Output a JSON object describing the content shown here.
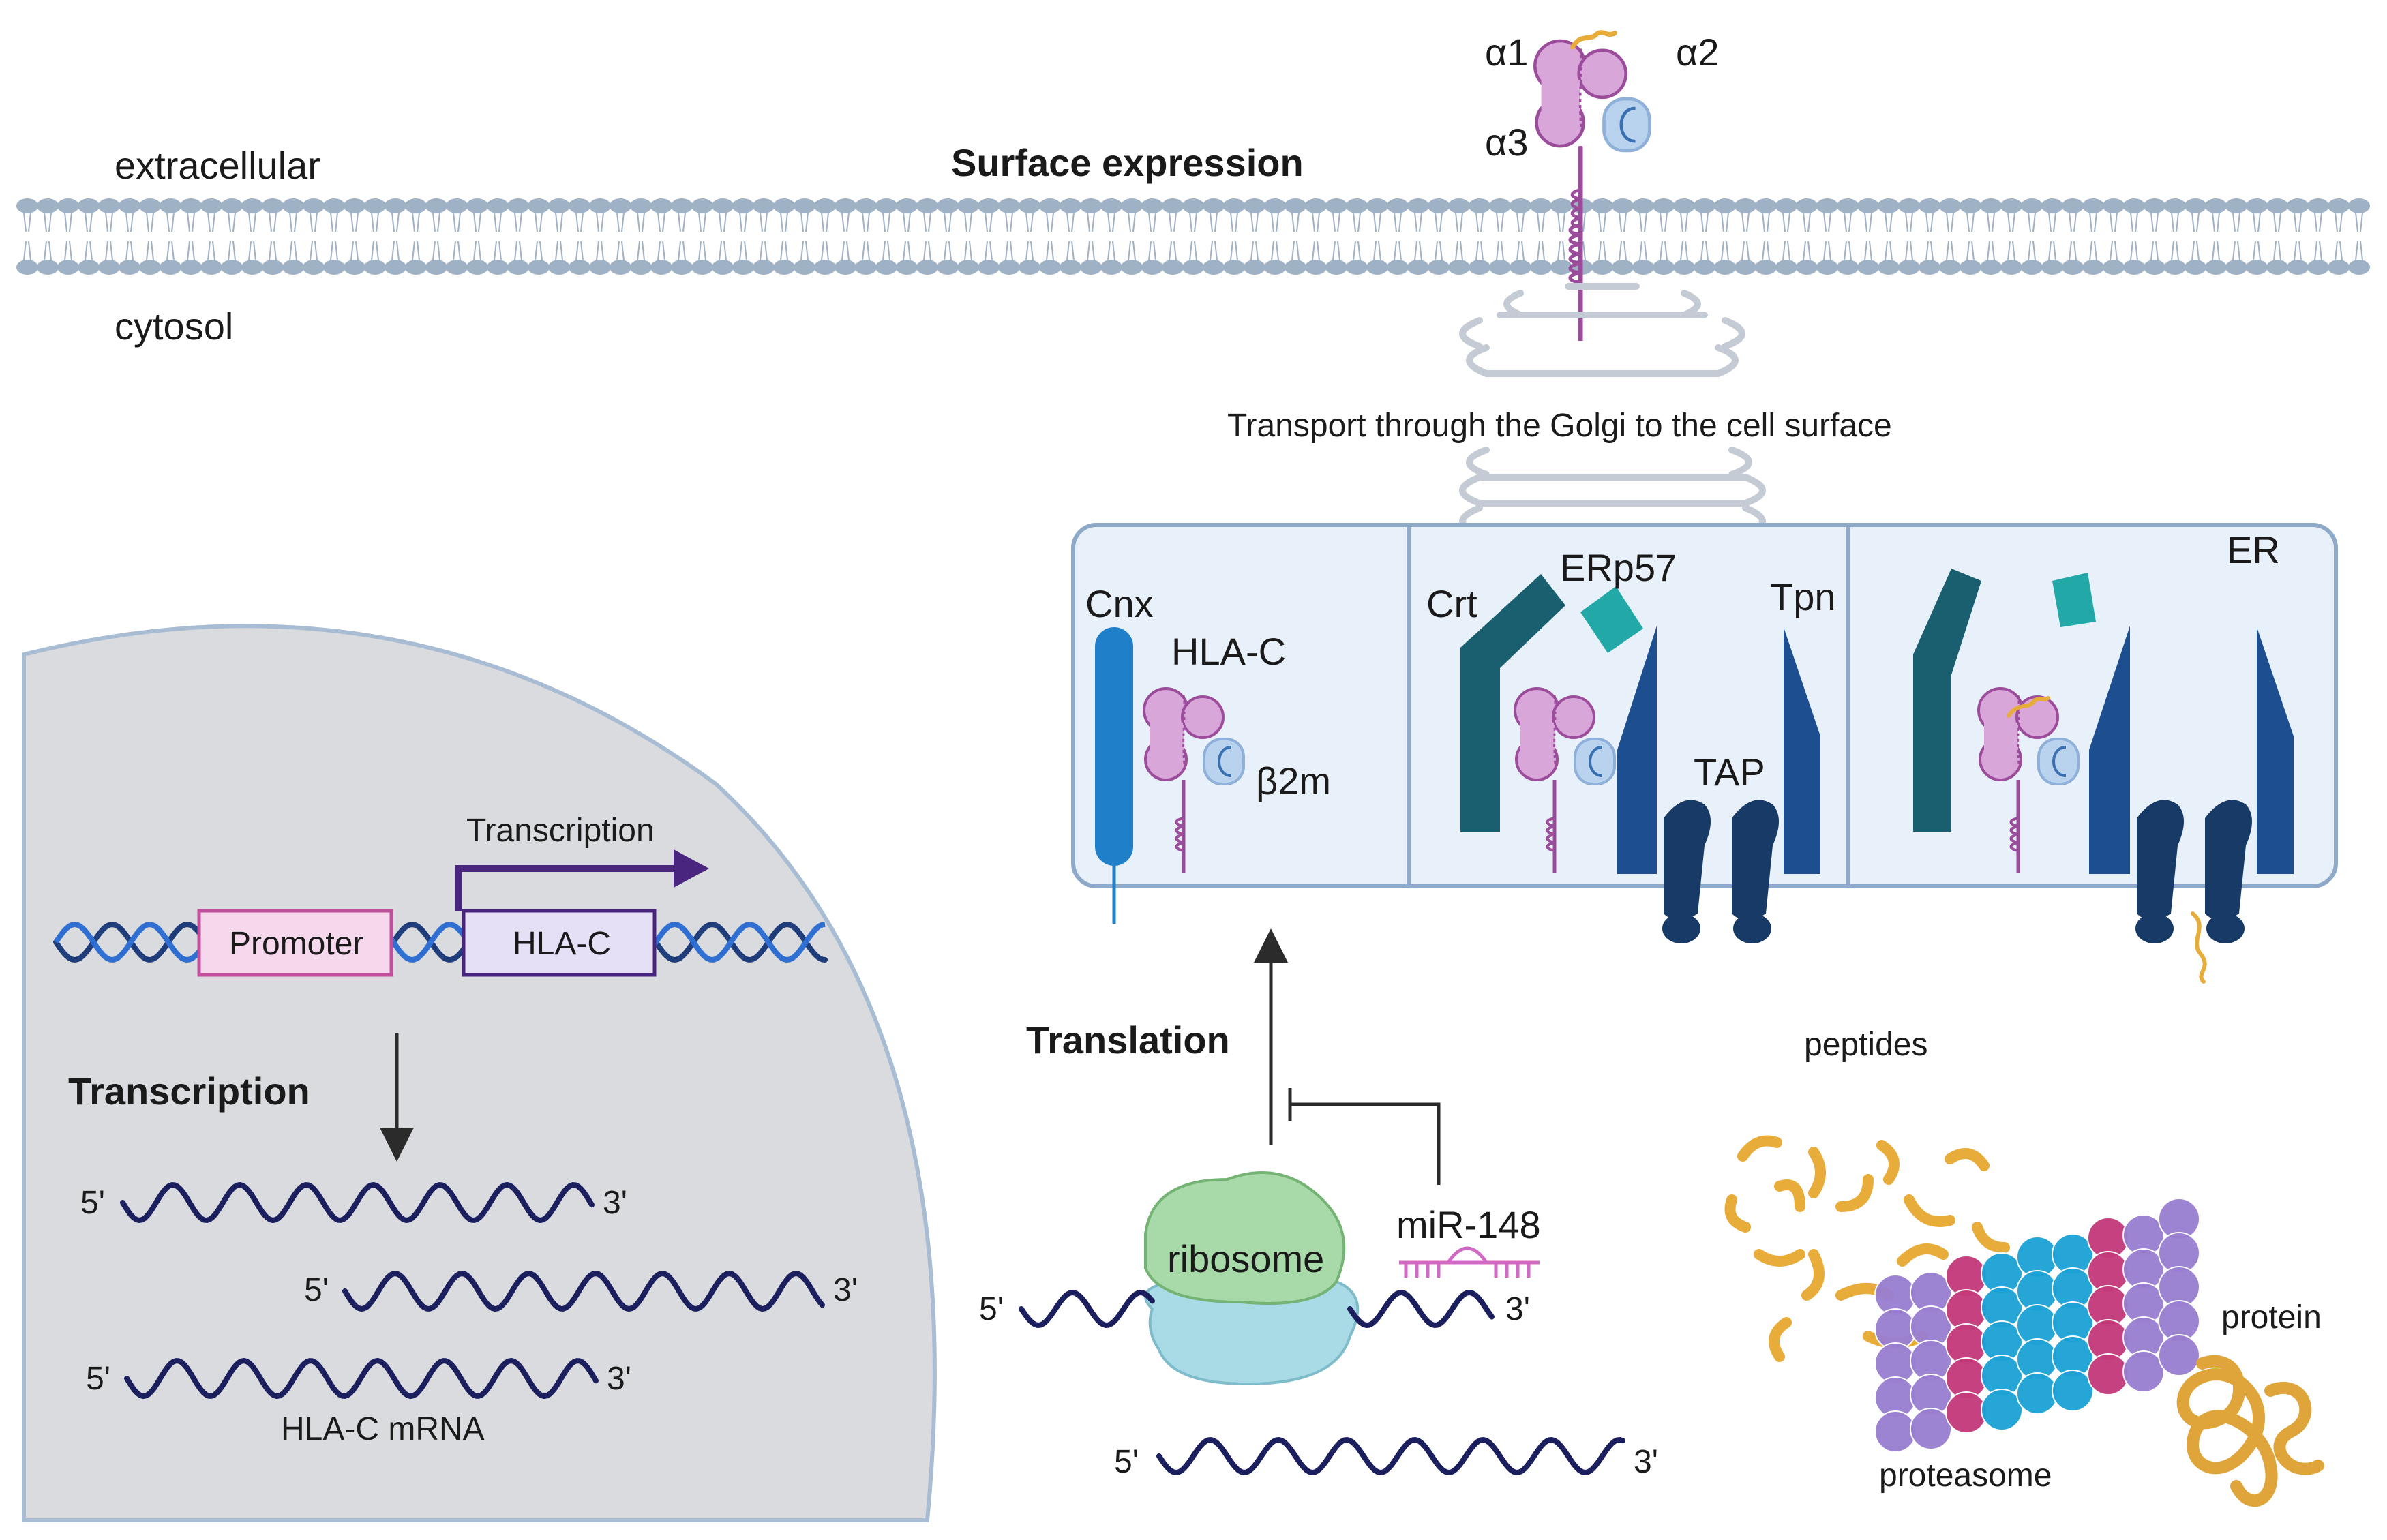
{
  "regions": {
    "extracellular": "extracellular",
    "cytosol": "cytosol",
    "er": "ER"
  },
  "headings": {
    "surface_expression": "Surface expression",
    "translation": "Translation",
    "transcription": "Transcription"
  },
  "golgi": {
    "caption": "Transport through the Golgi to the cell surface"
  },
  "surface_molecule": {
    "alpha1": "α1",
    "alpha2": "α2",
    "alpha3": "α3"
  },
  "er_labels": {
    "cnx": "Cnx",
    "hla_c": "HLA-C",
    "b2m": "β2m",
    "crt": "Crt",
    "erp57": "ERp57",
    "tpn": "Tpn",
    "tap": "TAP"
  },
  "nucleus": {
    "promoter": "Promoter",
    "gene": "HLA-C",
    "transcription_arrow": "Transcription",
    "mrna_label": "HLA-C mRNA",
    "five_prime": "5'",
    "three_prime": "3'"
  },
  "translation_area": {
    "ribosome": "ribosome",
    "mirna": "miR-148",
    "five_prime": "5'",
    "three_prime": "3'"
  },
  "degradation": {
    "peptides": "peptides",
    "protein": "protein",
    "proteasome": "proteasome"
  },
  "colors": {
    "membrane": "#9fb1c4",
    "hla": "#d9a6d9",
    "hla_stroke": "#9b4d9b",
    "b2m": "#b9d3ee",
    "er_fill": "#e8f0f9",
    "er_stroke": "#8fa9c9",
    "nucleus": "#d9dbde",
    "dna_dark": "#1f3d7a",
    "dna_light": "#2f6fd1",
    "mrna": "#1c1f5e",
    "crt": "#1a5f6f",
    "erp57": "#23a8a8",
    "tpn": "#1d4e8f",
    "tap": "#173a66",
    "cnx": "#1f7fc9",
    "peptide": "#e8ac3a",
    "prot_purple": "#9a7fd1",
    "prot_magenta": "#c43a7a",
    "prot_cyan": "#1ea2d6",
    "ribosome_top": "#a8d9a8",
    "ribosome_bottom": "#a9dbe6",
    "mirna": "#d16ac3",
    "arrow": "#2b2b2b",
    "tx_arrow": "#4a2580"
  }
}
